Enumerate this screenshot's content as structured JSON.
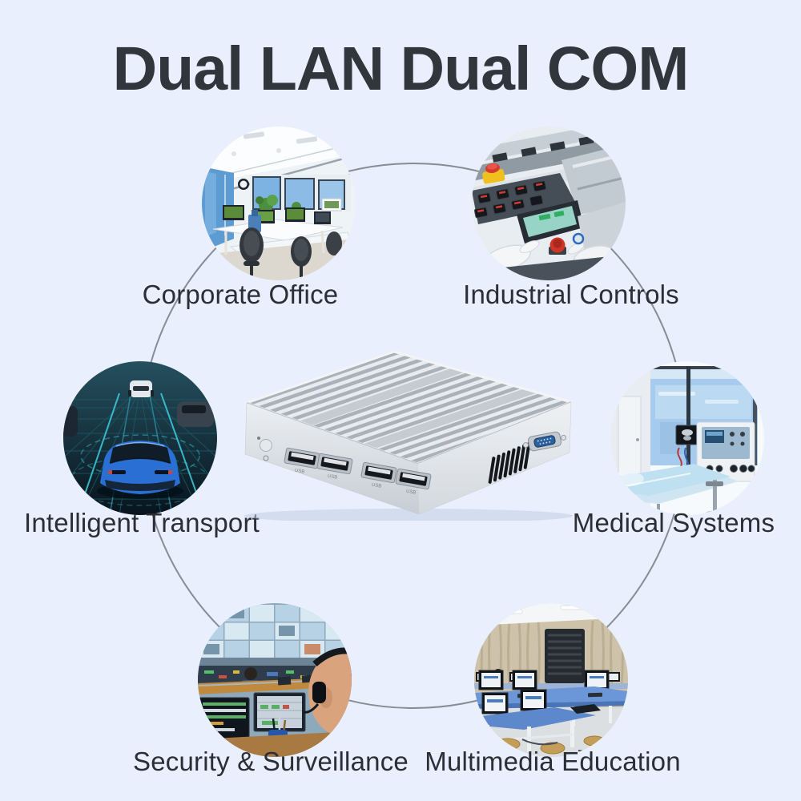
{
  "page": {
    "background_color": "#e9effc"
  },
  "header": {
    "title": "Dual LAN Dual COM",
    "title_color": "#31363d"
  },
  "diagram": {
    "ring_color": "#878d95",
    "use_cases": [
      {
        "id": "corporate-office",
        "label": "Corporate Office",
        "position": "top-left"
      },
      {
        "id": "industrial-controls",
        "label": "Industrial Controls",
        "position": "top-right"
      },
      {
        "id": "intelligent-transport",
        "label": "Intelligent Transport",
        "position": "middle-left"
      },
      {
        "id": "medical-systems",
        "label": "Medical Systems",
        "position": "middle-right"
      },
      {
        "id": "security-surveillance",
        "label": "Security & Surveillance",
        "position": "bottom-left"
      },
      {
        "id": "multimedia-education",
        "label": "Multimedia Education",
        "position": "bottom-right"
      }
    ]
  },
  "device": {
    "type": "fanless-mini-pc",
    "usb_label": "USB",
    "usb_port_count": 4
  }
}
